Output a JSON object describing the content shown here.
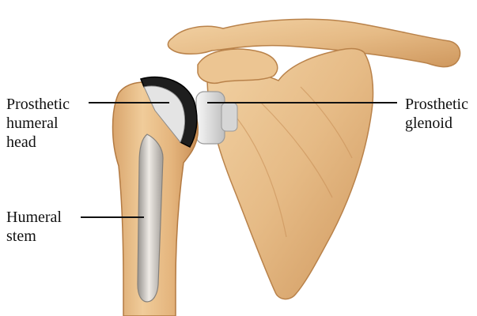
{
  "labels": {
    "prosthetic_humeral_head": "Prosthetic\nhumeral\nhead",
    "prosthetic_glenoid": "Prosthetic\nglenoid",
    "humeral_stem": "Humeral\nstem"
  },
  "colors": {
    "bone": "#e9c08e",
    "bone_shade": "#c98f58",
    "metal_dark": "#1e1e1e",
    "metal_light": "#dcdcdc",
    "leader": "#111111"
  }
}
